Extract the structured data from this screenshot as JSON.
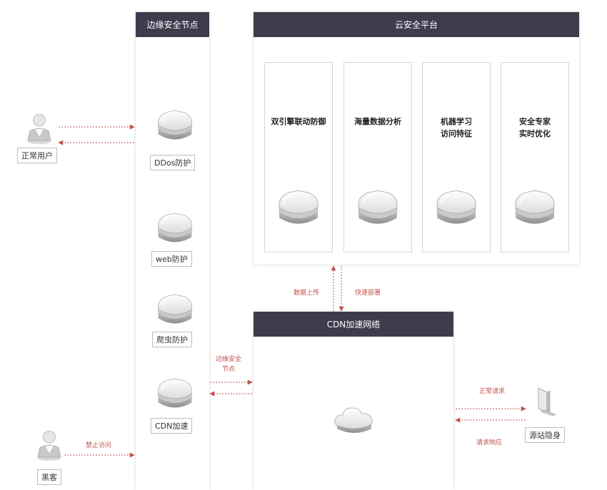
{
  "edge_column": {
    "title": "边缘安全节点",
    "nodes": [
      {
        "label": "DDos防护",
        "icon": "shield-server-icon"
      },
      {
        "label": "web防护",
        "icon": "shield-server-icon"
      },
      {
        "label": "爬虫防护",
        "icon": "shield-server-icon"
      },
      {
        "label": "CDN加速",
        "icon": "shield-server-icon"
      }
    ]
  },
  "cloud_platform": {
    "title": "云安全平台",
    "cards": [
      {
        "lines": [
          "双引擎联动防御"
        ],
        "icon": "shield-server-icon"
      },
      {
        "lines": [
          "海量数据分析"
        ],
        "icon": "shield-server-icon"
      },
      {
        "lines": [
          "机器学习",
          "访问特征"
        ],
        "icon": "shield-server-icon"
      },
      {
        "lines": [
          "安全专家",
          "实时优化"
        ],
        "icon": "shield-server-icon"
      }
    ]
  },
  "cdn_network": {
    "title": "CDN加速网络",
    "icon": "cloud-icon"
  },
  "actors": {
    "normal_user": {
      "label": "正常用户",
      "icon": "user-icon"
    },
    "hacker": {
      "label": "黑客",
      "icon": "hacker-icon"
    },
    "origin": {
      "label": "源站隐身",
      "icon": "monitor-icon"
    }
  },
  "arrows": {
    "upload": "数据上传",
    "deploy": "快速部署",
    "edge_node_line1": "边缘安全",
    "edge_node_line2": "节点",
    "normal_request": "正常请求",
    "request_response": "请求响应",
    "deny_access": "禁止访问"
  },
  "colors": {
    "header_bg": "#3d3c4d",
    "arrow": "#c0504d"
  }
}
